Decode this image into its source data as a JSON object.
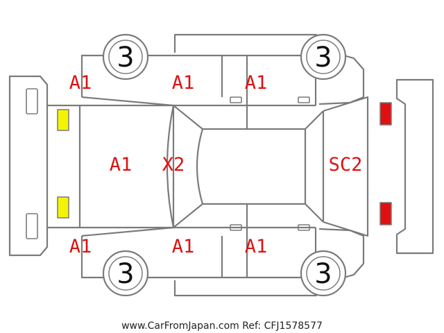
{
  "colors": {
    "outline": "#7a7a7a",
    "mark_text": "#dd1111",
    "front_lamp": "#f4f400",
    "rear_lamp": "#e01010"
  },
  "wheels": {
    "front_left": "3",
    "rear_left": "3",
    "front_right": "3",
    "rear_right": "3"
  },
  "marks": {
    "front_left_fender": "A1",
    "front_left_door": "A1",
    "rear_left_door": "A1",
    "hood": "A1",
    "windshield": "X2",
    "rear_end": "SC2",
    "front_right_fender": "A1",
    "front_right_door": "A1",
    "rear_right_door": "A1"
  },
  "footer": {
    "text": "www.CarFromJapan.com Ref: CFJ1578577"
  }
}
